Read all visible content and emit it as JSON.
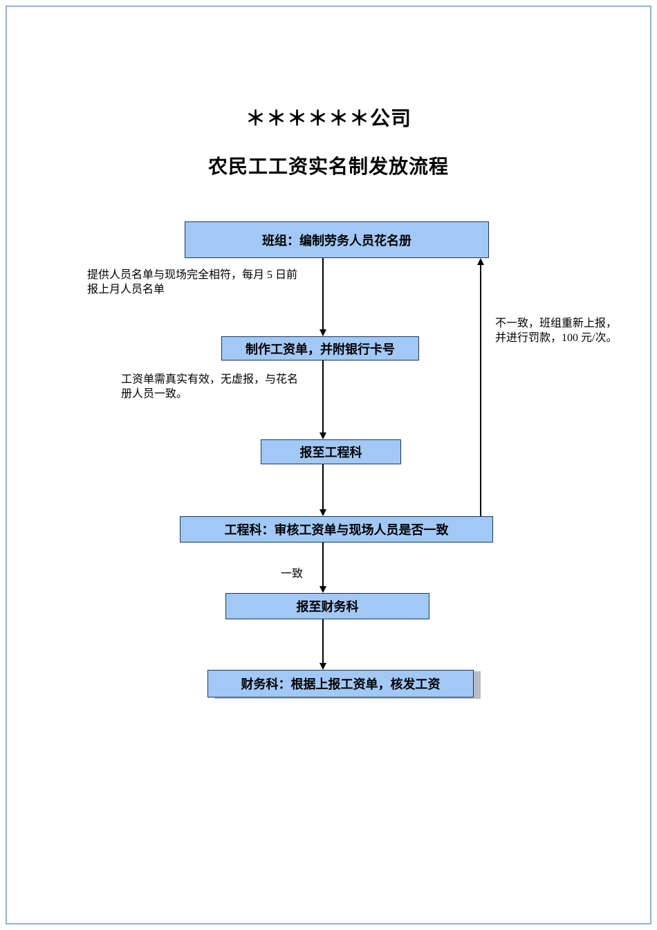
{
  "page": {
    "company_title": "＊＊＊＊＊＊公司",
    "flow_title": "农民工工资实名制发放流程"
  },
  "flowchart": {
    "boxes": {
      "team_roster": "班组：编制劳务人员花名册",
      "make_payroll": "制作工资单，并附银行卡号",
      "report_engineering": "报至工程科",
      "engineering_review": "工程科：审核工资单与现场人员是否一致",
      "report_finance": "报至财务科",
      "finance_pay": "财务科：根据上报工资单，核发工资"
    },
    "annotations": {
      "roster_note_line1": "提供人员名单与现场完全相符，每月 5 日前",
      "roster_note_line2": "报上月人员名单",
      "payroll_note_line1": "工资单需真实有效，无虚报，与花名",
      "payroll_note_line2": "册人员一致。",
      "mismatch_note_line1": "不一致，班组重新上报，",
      "mismatch_note_line2": "并进行罚款，100 元/次。",
      "match_label": "一致"
    }
  },
  "colors": {
    "box_fill": "#A2C8F5",
    "box_border": "#17375E",
    "arrow": "#000000",
    "page_border": "#8DB3E2"
  }
}
